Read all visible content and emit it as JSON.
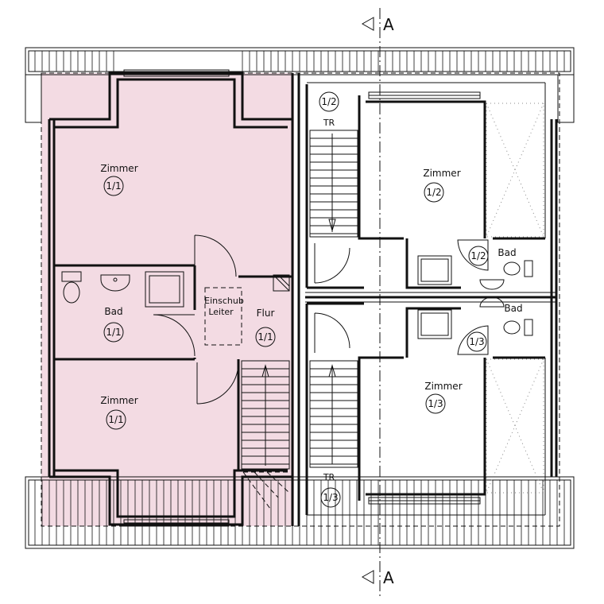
{
  "section": {
    "marker": "A"
  },
  "rooms": {
    "zimmer_1_top": {
      "name": "Zimmer",
      "number": "1/1"
    },
    "bad_1": {
      "name": "Bad",
      "number": "1/1"
    },
    "zimmer_1_bottom": {
      "name": "Zimmer",
      "number": "1/1"
    },
    "flur_1": {
      "name": "Flur",
      "number": "1/1"
    },
    "einschub": {
      "line1": "Einschub",
      "line2": "Leiter"
    },
    "tr_2": {
      "name": "TR",
      "number": "1/2"
    },
    "zimmer_2": {
      "name": "Zimmer",
      "number": "1/2"
    },
    "bad_2": {
      "name": "Bad",
      "number": "1/2"
    },
    "bad_3": {
      "name": "Bad",
      "number": "1/3"
    },
    "zimmer_3": {
      "name": "Zimmer",
      "number": "1/3"
    },
    "tr_3": {
      "name": "TR",
      "number": "1/3"
    }
  },
  "colors": {
    "unit_fill": "#f3dbe3",
    "line": "#111111"
  }
}
